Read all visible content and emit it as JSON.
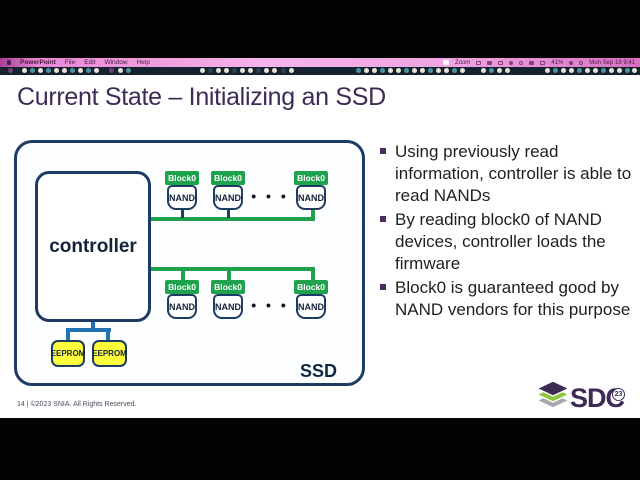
{
  "menu_bar": {
    "items": [
      "PowerPoint",
      "File",
      "Edit",
      "Window",
      "Help"
    ],
    "status": {
      "zoom_label": "Zoom",
      "battery_label": "41%",
      "clock": "Mon Sep 18 9:41"
    }
  },
  "dock": {
    "palette": {
      "w": "#e9e4d8",
      "t": "#4c93a0",
      "p": "#6a4178",
      "d": "#2c4258"
    },
    "dots": [
      [
        8,
        "p"
      ],
      [
        22,
        "w"
      ],
      [
        30,
        "t"
      ],
      [
        38,
        "w"
      ],
      [
        46,
        "t"
      ],
      [
        54,
        "w"
      ],
      [
        62,
        "w"
      ],
      [
        70,
        "t"
      ],
      [
        78,
        "w"
      ],
      [
        86,
        "t"
      ],
      [
        94,
        "w"
      ],
      [
        109,
        "p"
      ],
      [
        118,
        "w"
      ],
      [
        126,
        "t"
      ],
      [
        200,
        "w"
      ],
      [
        208,
        "d"
      ],
      [
        216,
        "w"
      ],
      [
        224,
        "w"
      ],
      [
        232,
        "d"
      ],
      [
        240,
        "w"
      ],
      [
        248,
        "w"
      ],
      [
        256,
        "d"
      ],
      [
        264,
        "w"
      ],
      [
        272,
        "w"
      ],
      [
        281,
        "d"
      ],
      [
        289,
        "w"
      ],
      [
        356,
        "t"
      ],
      [
        364,
        "w"
      ],
      [
        372,
        "w"
      ],
      [
        380,
        "t"
      ],
      [
        388,
        "w"
      ],
      [
        396,
        "w"
      ],
      [
        404,
        "t"
      ],
      [
        412,
        "w"
      ],
      [
        420,
        "w"
      ],
      [
        428,
        "t"
      ],
      [
        436,
        "w"
      ],
      [
        444,
        "w"
      ],
      [
        452,
        "t"
      ],
      [
        460,
        "w"
      ],
      [
        481,
        "w"
      ],
      [
        489,
        "t"
      ],
      [
        497,
        "w"
      ],
      [
        505,
        "w"
      ],
      [
        545,
        "w"
      ],
      [
        553,
        "t"
      ],
      [
        561,
        "w"
      ],
      [
        569,
        "w"
      ],
      [
        577,
        "t"
      ],
      [
        585,
        "w"
      ],
      [
        593,
        "w"
      ],
      [
        601,
        "t"
      ],
      [
        609,
        "w"
      ],
      [
        617,
        "w"
      ],
      [
        625,
        "t"
      ],
      [
        632,
        "w"
      ]
    ]
  },
  "slide": {
    "title": "Current State – Initializing an SSD",
    "bullets": [
      "Using previously read information, controller is able to read NANDs",
      "By reading block0 of NAND devices, controller loads the firmware",
      "Block0 is guaranteed good by NAND vendors for this purpose"
    ],
    "diagram": {
      "controller": "controller",
      "block0": "Block0",
      "nand": "NAND",
      "eeprom": "EEPROM",
      "ssd": "SSD",
      "ellipsis": "• • •"
    },
    "footer": "14 | ©2023 SNIA. All Rights Reserved.",
    "logo": {
      "text": "SDC",
      "badge": "23"
    }
  },
  "colors": {
    "bus_green": "#1ea24d",
    "border_navy": "#1c3c64",
    "eeprom_yellow": "#ffff3b",
    "connector_blue": "#2272b2",
    "title_purple": "#3b2b57",
    "logo_purple": "#3d2b56",
    "logo_green": "#8dc63f",
    "logo_gray": "#a6a8ab"
  }
}
